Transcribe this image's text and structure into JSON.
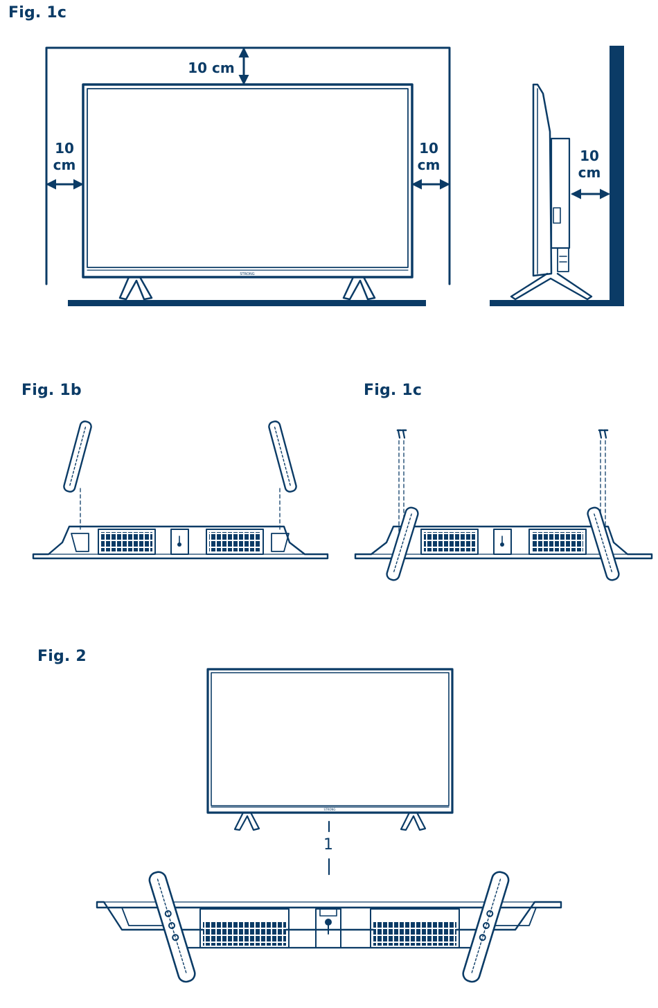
{
  "colors": {
    "ink": "#0b3b66",
    "background": "#ffffff"
  },
  "figures": {
    "fig1c_top": {
      "label": "Fig. 1c"
    },
    "fig1b": {
      "label": "Fig. 1b"
    },
    "fig1c_bottom": {
      "label": "Fig. 1c"
    },
    "fig2": {
      "label": "Fig. 2"
    }
  },
  "clearance": {
    "top": "10 cm",
    "left_value": "10",
    "left_unit": "cm",
    "right_value": "10",
    "right_unit": "cm",
    "side_value": "10",
    "side_unit": "cm"
  },
  "brand_mark": "STRONG",
  "callout": {
    "number": "1"
  }
}
